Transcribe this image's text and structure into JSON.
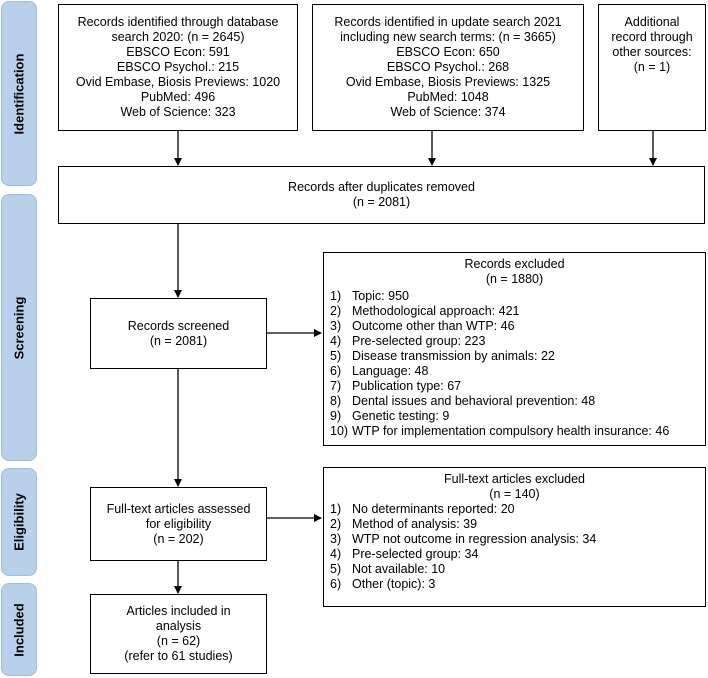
{
  "stages": {
    "identification": "Identification",
    "screening": "Screening",
    "eligibility": "Eligibility",
    "included": "Included"
  },
  "boxes": {
    "db2020": {
      "lines": [
        "Records identified through database",
        "search 2020: (n = 2645)",
        "EBSCO Econ: 591",
        "EBSCO Psychol.: 215",
        "Ovid Embase, Biosis Previews: 1020",
        "PubMed: 496",
        "Web of Science: 323"
      ]
    },
    "update2021": {
      "lines": [
        "Records identified in update search 2021",
        "including new search terms: (n = 3665)",
        "EBSCO Econ: 650",
        "EBSCO Psychol.: 268",
        "Ovid Embase, Biosis Previews: 1325",
        "PubMed: 1048",
        "Web of Science: 374"
      ]
    },
    "other_sources": {
      "lines": [
        "Additional",
        "record through",
        "other sources:",
        "(n = 1)"
      ]
    },
    "after_duplicates": {
      "lines": [
        "Records after duplicates removed",
        "(n = 2081)"
      ]
    },
    "screened": {
      "lines": [
        "Records screened",
        "(n = 2081)"
      ]
    },
    "excluded": {
      "title": "Records excluded",
      "count": "(n = 1880)",
      "items": [
        {
          "num": "1)",
          "text": "Topic: 950"
        },
        {
          "num": "2)",
          "text": "Methodological approach: 421"
        },
        {
          "num": "3)",
          "text": "Outcome other than WTP: 46"
        },
        {
          "num": "4)",
          "text": "Pre-selected group: 223"
        },
        {
          "num": "5)",
          "text": "Disease transmission by animals: 22"
        },
        {
          "num": "6)",
          "text": "Language: 48"
        },
        {
          "num": "7)",
          "text": "Publication type: 67"
        },
        {
          "num": "8)",
          "text": "Dental issues and behavioral prevention: 48"
        },
        {
          "num": "9)",
          "text": "Genetic testing: 9"
        },
        {
          "num": "10)",
          "text": "WTP for implementation compulsory health insurance: 46"
        }
      ]
    },
    "fulltext": {
      "lines": [
        "Full-text articles assessed",
        "for eligibility",
        "(n = 202)"
      ]
    },
    "fulltext_excluded": {
      "title": "Full-text articles excluded",
      "count": "(n = 140)",
      "items": [
        {
          "num": "1)",
          "text": "No determinants reported: 20"
        },
        {
          "num": "2)",
          "text": "Method of analysis: 39"
        },
        {
          "num": "3)",
          "text": "WTP not outcome in regression analysis: 34"
        },
        {
          "num": "4)",
          "text": "Pre-selected group: 34"
        },
        {
          "num": "5)",
          "text": "Not available: 10"
        },
        {
          "num": "6)",
          "text": "Other (topic): 3"
        }
      ]
    },
    "included": {
      "lines": [
        "Articles included in",
        "analysis",
        "(n = 62)",
        "(refer to 61 studies)"
      ]
    }
  }
}
